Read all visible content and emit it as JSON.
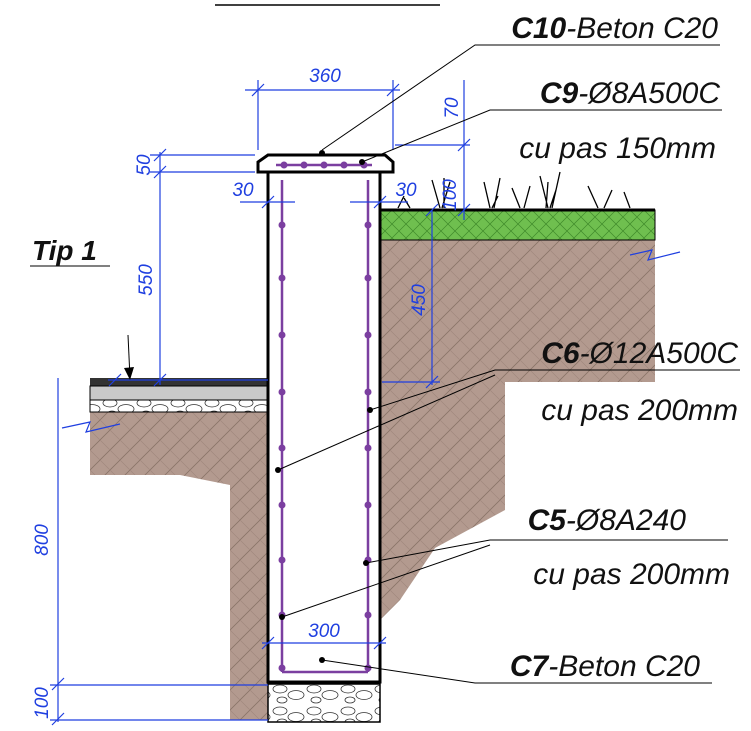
{
  "colors": {
    "soil": "#b39a8f",
    "grass": "#6fbf4f",
    "rebar": "#7b3fa0",
    "dimension": "#1f3fe0",
    "concrete_outline": "#000000"
  },
  "labels": {
    "c10_code": "C10",
    "c10_text": "-Beton C20",
    "c9_code": "C9",
    "c9_text": "-Ø8A500C",
    "c9_pitch": "cu pas 150mm",
    "c6_code": "C6",
    "c6_text": "-Ø12A500C",
    "c6_pitch": "cu pas 200mm",
    "c5_code": "C5",
    "c5_text": "-Ø8A240",
    "c5_pitch": "cu pas 200mm",
    "c7_code": "C7",
    "c7_text": "-Beton C20",
    "tip1": "Tip 1"
  },
  "dimensions": {
    "cap_width": "360",
    "cap_height": "50",
    "top_offset": "70",
    "inset_left": "30",
    "inset_right": "30",
    "grass_layer": "100",
    "wall_upper": "550",
    "soil_height": "450",
    "footing_depth": "800",
    "footing_base": "100",
    "wall_width": "300"
  }
}
